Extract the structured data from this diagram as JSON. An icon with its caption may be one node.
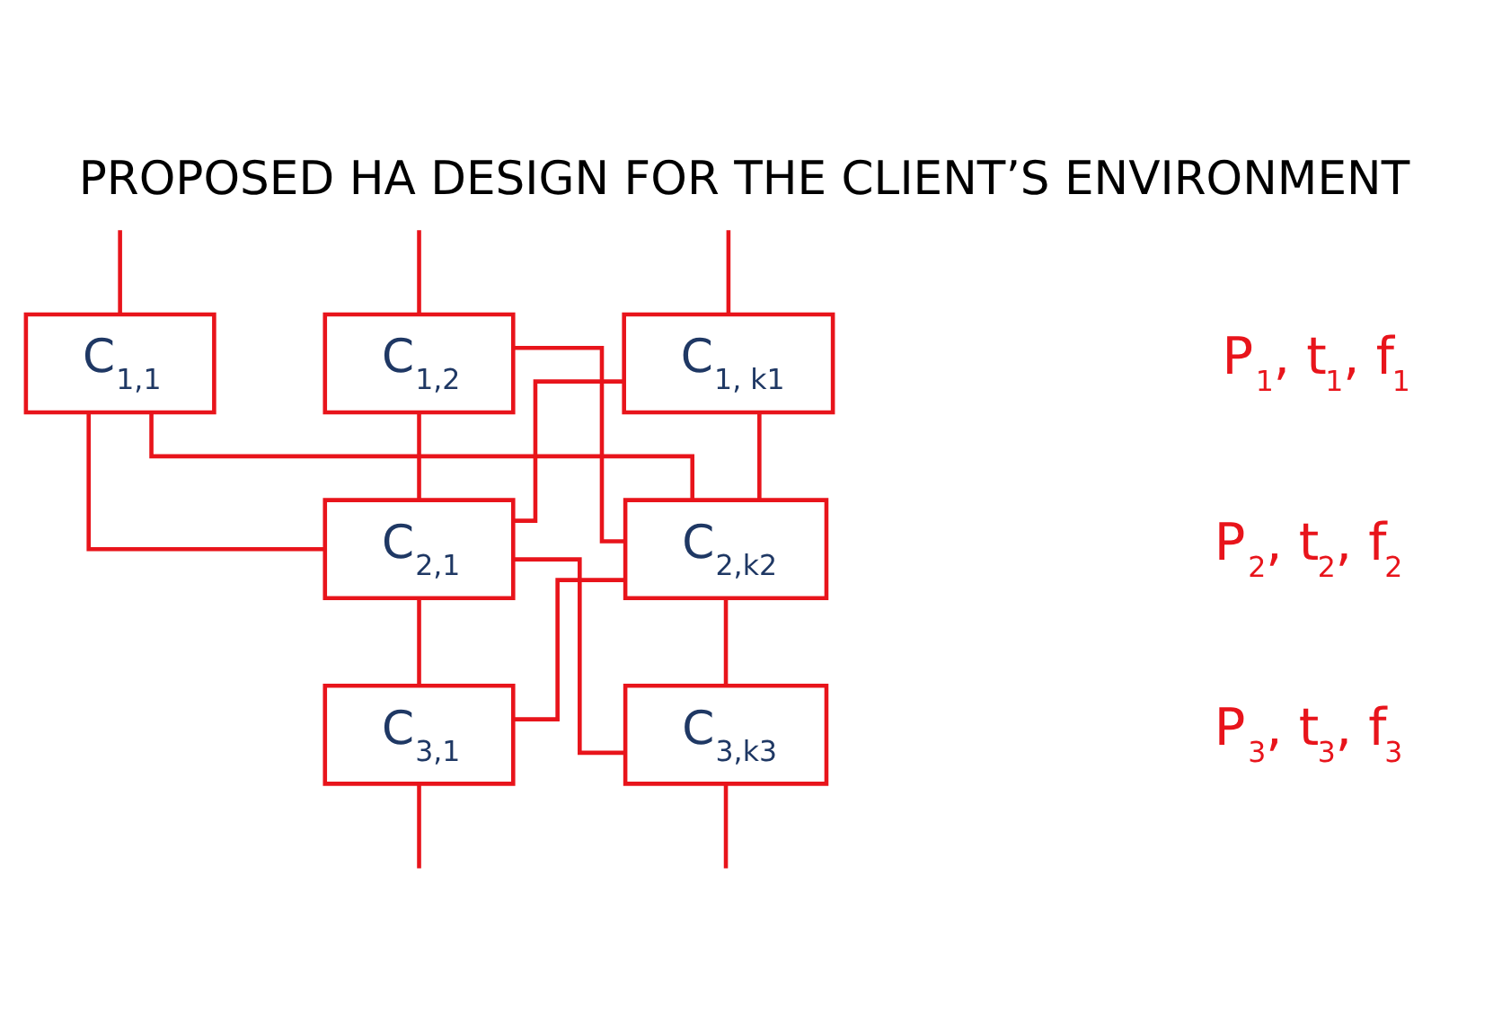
{
  "diagram": {
    "title": "PROPOSED HA DESIGN FOR THE CLIENT’S ENVIRONMENT",
    "nodes": [
      {
        "text": [
          "C$_{1,1}$"
        ]
      },
      {
        "text": [
          "C$_{1,2}$"
        ]
      },
      {
        "text": [
          "C$_{1, k1}$"
        ]
      },
      {
        "text": [
          "C$_{2,1}$"
        ]
      },
      {
        "text": [
          "C$_{2,k2}$"
        ]
      },
      {
        "text": [
          "C$_{3,1}$"
        ]
      },
      {
        "text": [
          "C$_{3,k3}$"
        ]
      }
    ],
    "edges": [
      {
        "from": null,
        "to": 0,
        "arrow": "none"
      },
      {
        "from": null,
        "to": 1,
        "arrow": "none"
      },
      {
        "from": null,
        "to": 2,
        "arrow": "none"
      },
      {
        "from": 0,
        "to": 3,
        "arrow": "none"
      },
      {
        "from": 0,
        "to": 4,
        "arrow": "none"
      },
      {
        "from": 1,
        "to": 3,
        "arrow": "none"
      },
      {
        "from": 1,
        "to": 4,
        "arrow": "none"
      },
      {
        "from": 2,
        "to": 3,
        "arrow": "none"
      },
      {
        "from": 2,
        "to": 4,
        "arrow": "none"
      },
      {
        "from": 3,
        "to": 5,
        "arrow": "none"
      },
      {
        "from": 3,
        "to": 6,
        "arrow": "none"
      },
      {
        "from": 4,
        "to": 5,
        "arrow": "none"
      },
      {
        "from": 4,
        "to": 6,
        "arrow": "none"
      },
      {
        "from": 5,
        "to": null,
        "arrow": "none"
      },
      {
        "from": 6,
        "to": null,
        "arrow": "none"
      }
    ],
    "labels": [
      "P$_{1}$, t$_{1}$, f$_{1}$",
      "P$_{2}$, t$_{2}$, f$_{2}$",
      "P$_{3}$, t$_{3}$, f$_{3}$"
    ]
  }
}
